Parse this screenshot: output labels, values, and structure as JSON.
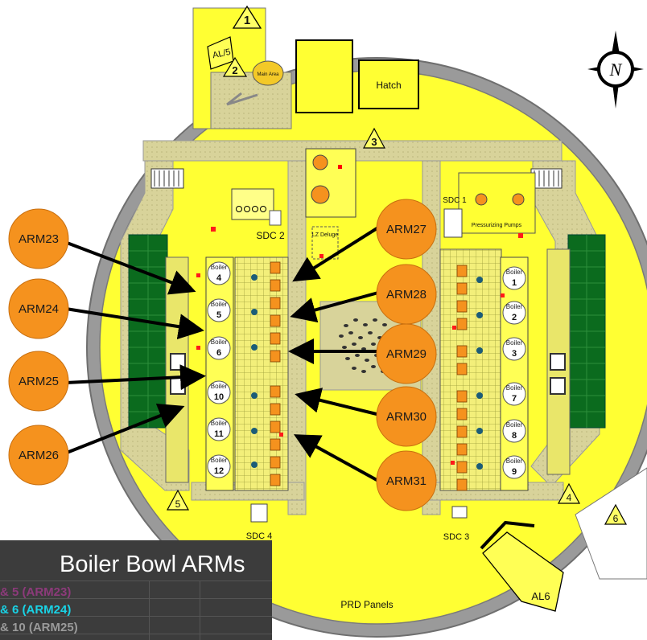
{
  "colors": {
    "floor_yellow": "#ffff33",
    "ring_gray": "#9a9a9a",
    "walkway": "#d8d39a",
    "arm_orange": "#f5921e",
    "pump_green": "#0b6b1e",
    "legend_bg": "#3c3c3c"
  },
  "zones": {
    "z1": "1",
    "z2": "2",
    "z3": "3",
    "z4": "4",
    "z5": "5",
    "z6": "6"
  },
  "labels": {
    "al5": "AL/5",
    "hatch": "Hatch",
    "sdc1": "SDC 1",
    "sdc2": "SDC 2",
    "sdc3": "SDC 3",
    "sdc4": "SDC 4",
    "prd_panels": "PRD Panels",
    "al6": "AL6",
    "compass_n": "N",
    "pressurizing_pumps": "Pressurizing Pumps",
    "lz_deluge": "LZ Deluge",
    "boiler_word": "Boiler"
  },
  "arms": [
    "ARM23",
    "ARM24",
    "ARM25",
    "ARM26",
    "ARM27",
    "ARM28",
    "ARM29",
    "ARM30",
    "ARM31"
  ],
  "boilers_left": [
    "4",
    "5",
    "6",
    "10",
    "11",
    "12"
  ],
  "boilers_right": [
    "1",
    "2",
    "3",
    "7",
    "8",
    "9"
  ],
  "legend": {
    "title": "Boiler Bowl ARMs",
    "rows": [
      {
        "text": "& 5 (ARM23)",
        "color": "#8c3a7a"
      },
      {
        "text": "& 6 (ARM24)",
        "color": "#19d3e6"
      },
      {
        "text": "& 10 (ARM25)",
        "color": "#9a9a9a"
      }
    ]
  }
}
